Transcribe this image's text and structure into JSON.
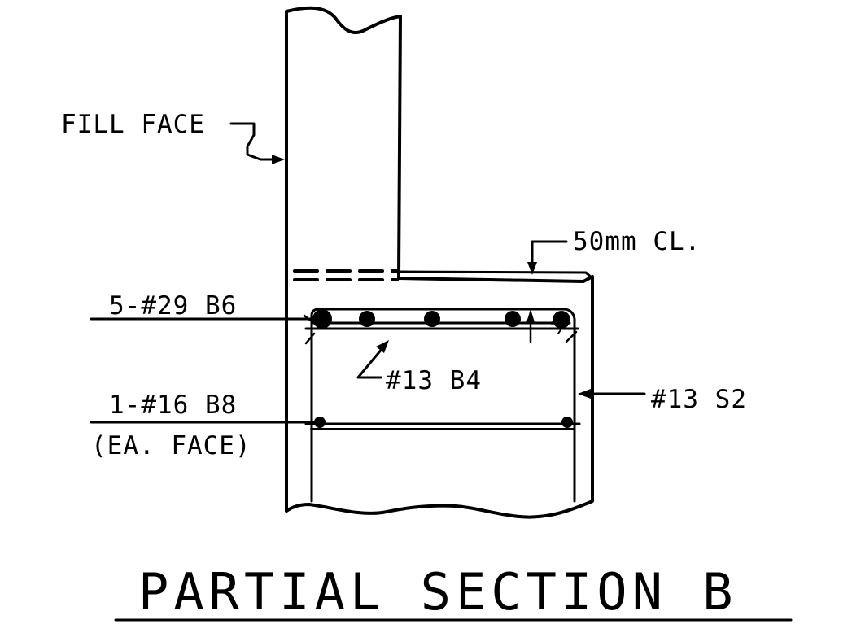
{
  "labels": {
    "fill_face": "FILL FACE",
    "clearance": "50mm CL.",
    "top_bars": "5-#29 B6",
    "stirrup_leg": "#13 B4",
    "side_bars": "1-#16 B8",
    "side_bars_note": "(EA. FACE)",
    "stirrup": "#13 S2"
  },
  "title": "PARTIAL SECTION B",
  "colors": {
    "line": "#000000",
    "background": "#ffffff"
  }
}
